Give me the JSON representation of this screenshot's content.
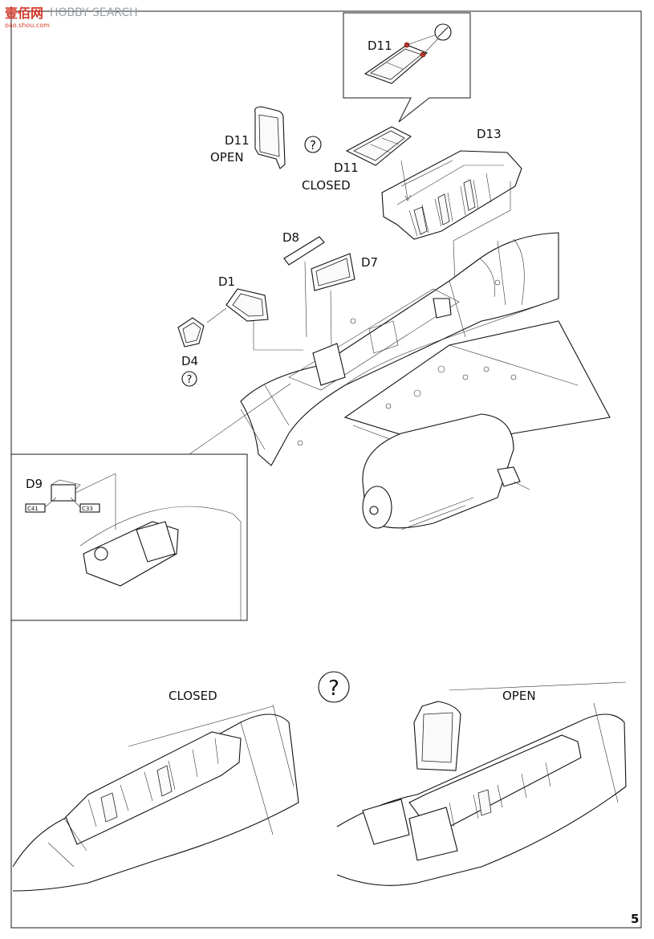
{
  "watermark": {
    "logo": "壹佰网",
    "site": "HOBBY SEARCH",
    "domain": "oao.shou.com"
  },
  "callouts": {
    "d11_inset": "D11",
    "d11_open_part": "D11",
    "d11_open_state": "OPEN",
    "d11_closed_part": "D11",
    "d11_closed_state": "CLOSED",
    "d13": "D13",
    "d8": "D8",
    "d7": "D7",
    "d1": "D1",
    "d4": "D4",
    "d9": "D9",
    "c41": "C41",
    "c33": "C33"
  },
  "option_marks": {
    "top": "?",
    "d4_mark": "?",
    "bottom": "?"
  },
  "views": {
    "closed_label": "CLOSED",
    "open_label": "OPEN"
  },
  "page_number": "5"
}
